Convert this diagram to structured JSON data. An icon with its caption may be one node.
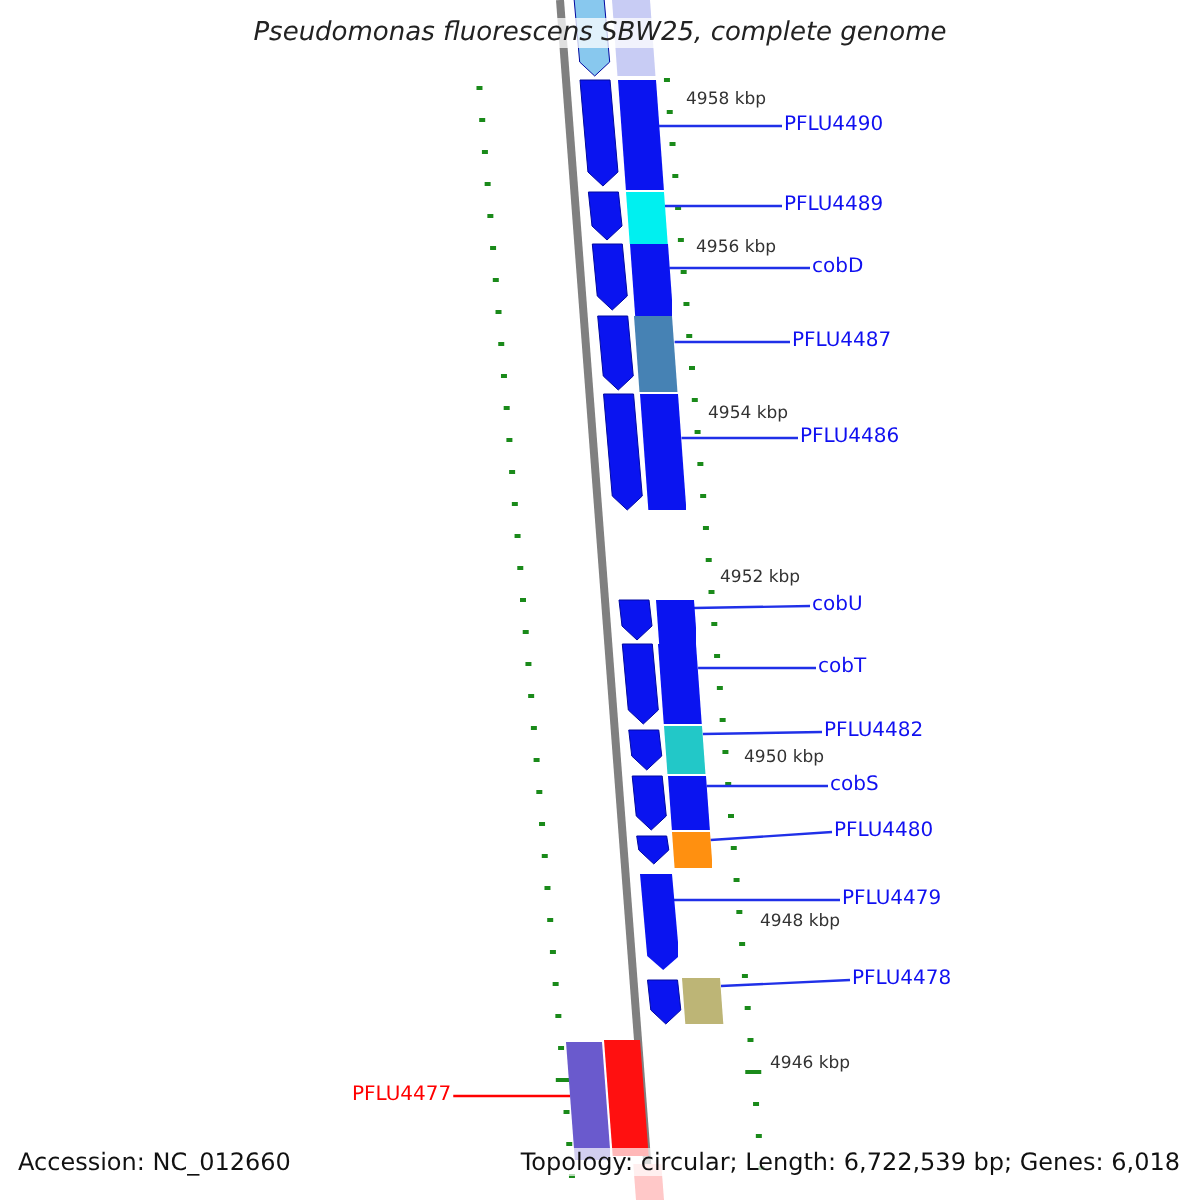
{
  "diagram": {
    "title": "Pseudomonas fluorescens SBW25, complete genome",
    "nodes": [
      {
        "text": [
          "PFLU4490"
        ]
      },
      {
        "text": [
          "PFLU4489"
        ]
      },
      {
        "text": [
          "cobD"
        ]
      },
      {
        "text": [
          "PFLU4487"
        ]
      },
      {
        "text": [
          "PFLU4486"
        ]
      },
      {
        "text": [
          "cobU"
        ]
      },
      {
        "text": [
          "cobT"
        ]
      },
      {
        "text": [
          "PFLU4482"
        ]
      },
      {
        "text": [
          "cobS"
        ]
      },
      {
        "text": [
          "PFLU4480"
        ]
      },
      {
        "text": [
          "PFLU4479"
        ]
      },
      {
        "text": [
          "PFLU4478"
        ]
      },
      {
        "text": [
          "PFLU4477"
        ]
      },
      {
        "text": [],
        "shape": "bar"
      },
      {
        "text": [],
        "shape": "bar"
      },
      {
        "text": [],
        "shape": "bar"
      },
      {
        "text": [],
        "shape": "bar"
      },
      {
        "text": [],
        "shape": "bar"
      },
      {
        "text": [],
        "shape": "bar"
      },
      {
        "text": [],
        "shape": "bar"
      },
      {
        "text": [],
        "shape": "bar"
      },
      {
        "text": [],
        "shape": "bar"
      },
      {
        "text": [],
        "shape": "bar"
      },
      {
        "text": [],
        "shape": "arrow"
      },
      {
        "text": [],
        "shape": "bar"
      },
      {
        "text": [],
        "shape": "bar"
      }
    ],
    "edges": [
      {
        "from": 0,
        "to": 13,
        "arrow": "none"
      },
      {
        "from": 1,
        "to": 14,
        "arrow": "none"
      },
      {
        "from": 2,
        "to": 15,
        "arrow": "none"
      },
      {
        "from": 3,
        "to": 16,
        "arrow": "none"
      },
      {
        "from": 4,
        "to": 17,
        "arrow": "none"
      },
      {
        "from": 5,
        "to": 18,
        "arrow": "none"
      },
      {
        "from": 6,
        "to": 19,
        "arrow": "none"
      },
      {
        "from": 7,
        "to": 20,
        "arrow": "none"
      },
      {
        "from": 8,
        "to": 21,
        "arrow": "none"
      },
      {
        "from": 9,
        "to": 22,
        "arrow": "none"
      },
      {
        "from": 10,
        "to": 23,
        "arrow": "none"
      },
      {
        "from": 11,
        "to": 24,
        "arrow": "none"
      },
      {
        "from": 12,
        "to": 25,
        "arrow": "none",
        "color": "#ff0000"
      }
    ],
    "labels": [
      "4958 kbp",
      "4956 kbp",
      "4954 kbp",
      "4952 kbp",
      "4950 kbp",
      "4948 kbp",
      "4946 kbp",
      "Accession: NC_012660",
      "Topology: circular; Length: 6,722,539 bp; Genes: 6,018"
    ]
  }
}
